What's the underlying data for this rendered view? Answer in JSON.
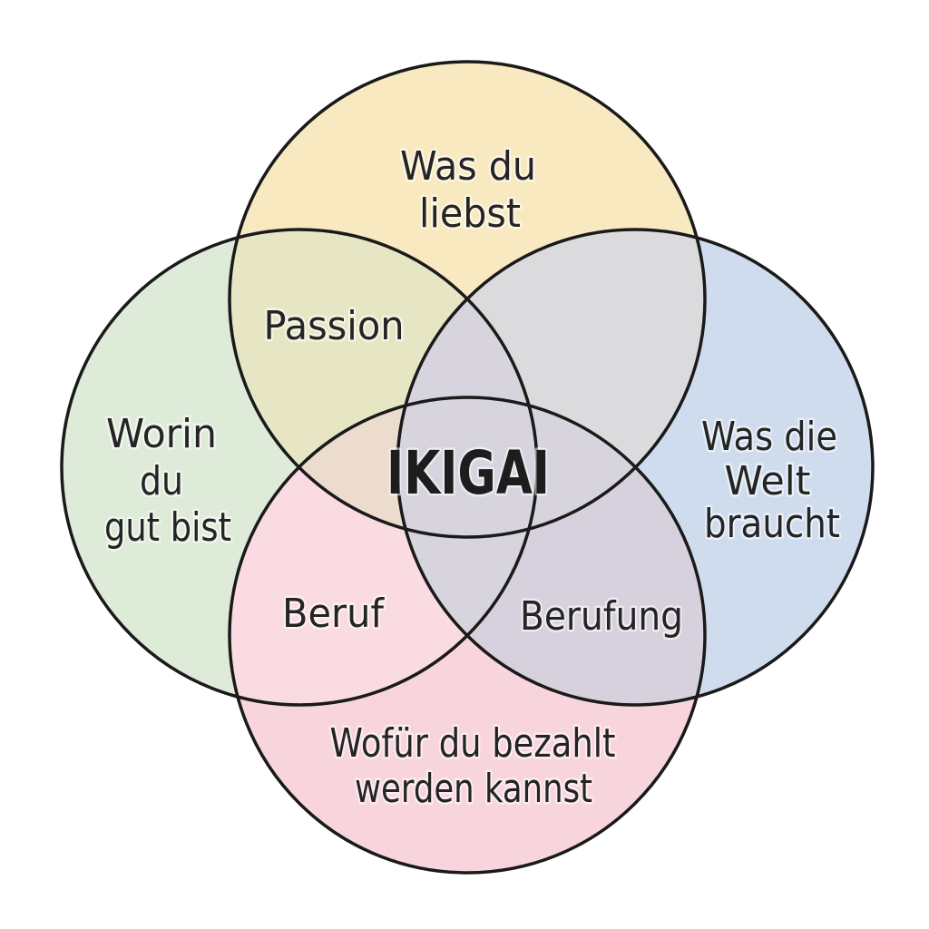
{
  "diagram": {
    "background": "#ffffff",
    "outline_color": "#1a1a1a",
    "text_color": "#242424",
    "center": {
      "label": "IKIGAI",
      "fill": "#D7D4DD"
    },
    "warm_patch_fill": "#ECDCCD",
    "circles": [
      {
        "position": "top",
        "label": "Was du liebst",
        "lines": [
          "Was du",
          "liebst"
        ],
        "fill": "#F8E9C1"
      },
      {
        "position": "left",
        "label": "Worin du gut bist",
        "lines": [
          "Worin",
          "du",
          "gut bist"
        ],
        "fill": "#DEEBD9"
      },
      {
        "position": "right",
        "label": "Was die Welt braucht",
        "lines": [
          "Was die",
          "Welt",
          "braucht"
        ],
        "fill": "#CEDCEE"
      },
      {
        "position": "bottom",
        "label": "Wofür du bezahlt werden kannst",
        "lines": [
          "Wofür du bezahlt",
          "werden kannst"
        ],
        "fill": "#F8D5DD"
      }
    ],
    "overlaps": [
      {
        "position": "top-left",
        "label": "Passion",
        "fill": "#E7E6C4"
      },
      {
        "position": "top-right",
        "label": "",
        "fill": "#DBDBDD"
      },
      {
        "position": "bottom-left",
        "label": "Beruf",
        "fill": "#FADBE1"
      },
      {
        "position": "bottom-right",
        "label": "Berufung",
        "fill": "#D7D0DD"
      }
    ]
  }
}
